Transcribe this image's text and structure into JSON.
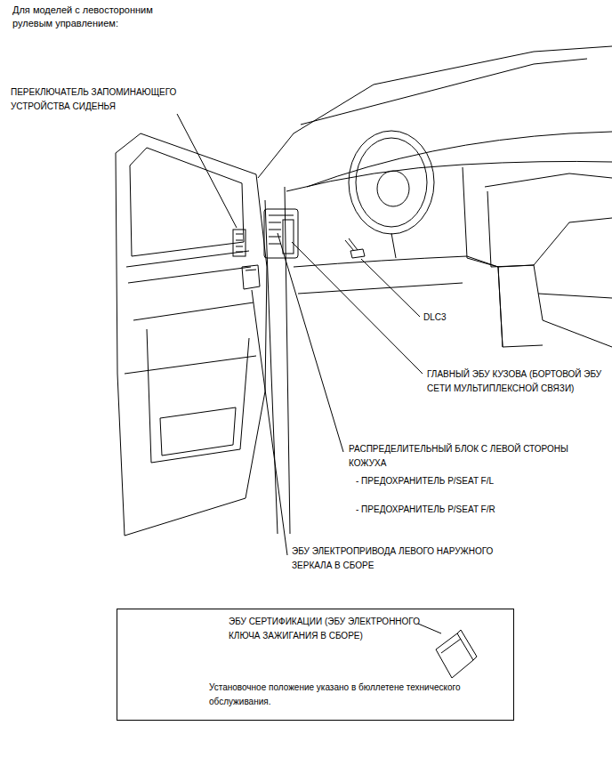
{
  "diagram": {
    "title": "Для моделей с левосторонним рулевым управлением:",
    "nodes": [
      {
        "text": [
          "ЭБУ СЕРТИФИКАЦИИ (ЭБУ ЭЛЕКТРОННОГО КЛЮЧА ЗАЖИГАНИЯ В СБОРЕ)",
          "Установочное положение указано в бюллетене технического обслуживания."
        ]
      }
    ],
    "labels": [
      "ПЕРЕКЛЮЧАТЕЛЬ ЗАПОМИНАЮЩЕГО УСТРОЙСТВА СИДЕНЬЯ",
      "DLC3",
      "ГЛАВНЫЙ ЭБУ КУЗОВА (БОРТОВОЙ ЭБУ СЕТИ МУЛЬТИПЛЕКСНОЙ СВЯЗИ)",
      "РАСПРЕДЕЛИТЕЛЬНЫЙ БЛОК С ЛЕВОЙ СТОРОНЫ КОЖУХА",
      "- ПРЕДОХРАНИТЕЛЬ P/SEAT F/L",
      "- ПРЕДОХРАНИТЕЛЬ P/SEAT F/R",
      "ЭБУ ЭЛЕКТРОПРИВОДА ЛЕВОГО НАРУЖНОГО ЗЕРКАЛА В СБОРЕ"
    ]
  }
}
